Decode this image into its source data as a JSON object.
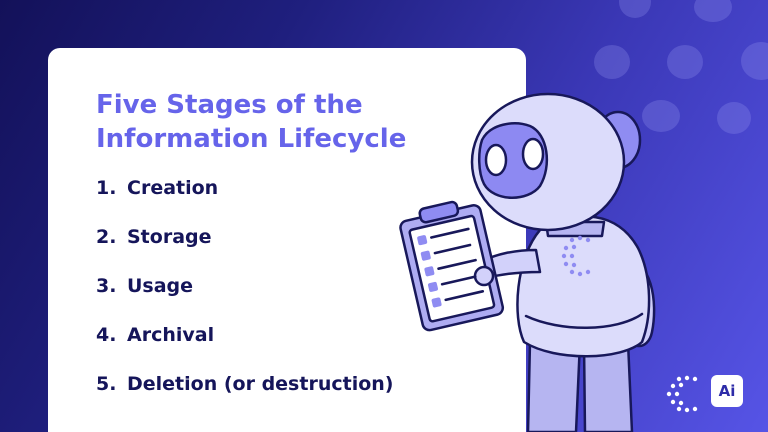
{
  "title_lines": [
    "Five Stages of the",
    "Information Lifecycle"
  ],
  "stages": [
    {
      "number": "1.",
      "label": "Creation"
    },
    {
      "number": "2.",
      "label": "Storage"
    },
    {
      "number": "3.",
      "label": "Usage"
    },
    {
      "number": "4.",
      "label": "Archival"
    },
    {
      "number": "5.",
      "label": "Deletion (or destruction)"
    }
  ],
  "badge": {
    "text": "Ai"
  },
  "colors": {
    "title": "#6664ea",
    "text": "#15155a",
    "background_dark": "#131159",
    "background_light": "#5654e6",
    "robot_body": "#dcdcfb",
    "robot_accent": "#8f8cf2"
  },
  "icons": [
    "robot-illustration",
    "clipboard-checklist-icon",
    "brand-logo-icon"
  ]
}
